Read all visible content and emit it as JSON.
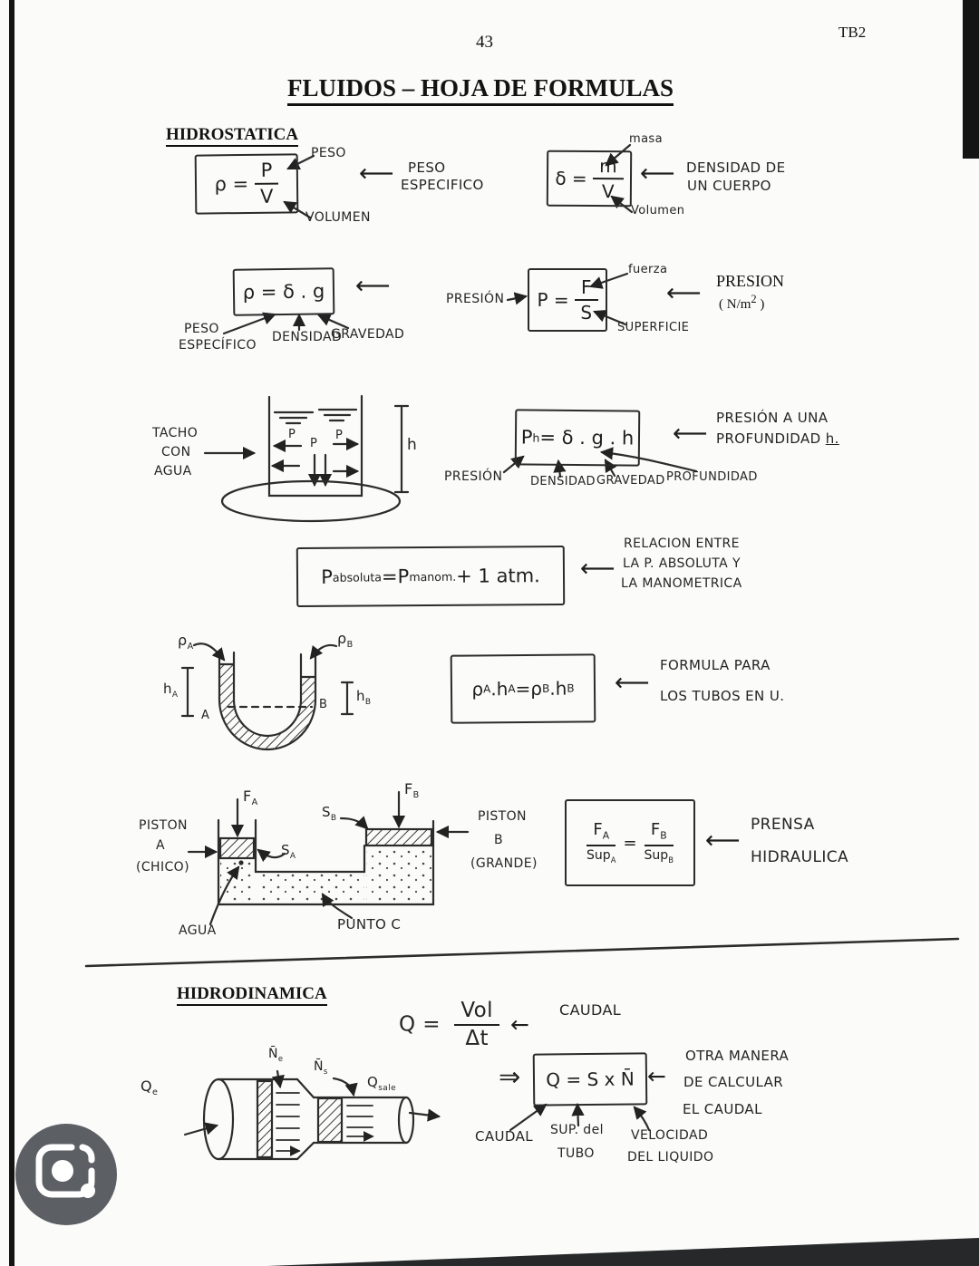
{
  "colors": {
    "ink": "#242424",
    "printed": "#131313",
    "lens_bg": "#5c6065",
    "wedge": "#26282a",
    "page_bg": "#fbfbfa"
  },
  "page": {
    "number": "43",
    "corner": "TB2",
    "title": "FLUIDOS – HOJA DE FORMULAS"
  },
  "sections": {
    "hidrostatica": "HIDROSTATICA",
    "hidrodinamica": "HIDRODINAMICA"
  },
  "peso_especifico": {
    "lhs": "ρ =",
    "num": "P",
    "den": "V",
    "label_top": "PESO",
    "label_bottom": "VOLUMEN",
    "arrow": "⟵",
    "name_line1": "PESO",
    "name_line2": "ESPECIFICO"
  },
  "densidad": {
    "lhs": "δ =",
    "num": "m",
    "den": "V",
    "label_top": "masa",
    "label_bottom": "Volumen",
    "arrow": "⟵",
    "name_line1": "DENSIDAD DE",
    "name_line2": "UN CUERPO"
  },
  "peso_esp2": {
    "formula": "ρ = δ . g",
    "arrow": "⟵",
    "label1a": "PESO",
    "label1b": "ESPECÍFICO",
    "label2": "DENSIDAD",
    "label3": "GRAVEDAD"
  },
  "presion": {
    "label_left": "PRESIÓN",
    "lhs": "P =",
    "num": "F",
    "den": "S",
    "label_top": "fuerza",
    "label_bottom": "SUPERFICIE",
    "arrow": "⟵",
    "name_line1": "PRESION",
    "unit_pre": "( N/m",
    "unit_sup": "2",
    "unit_post": " )"
  },
  "tanque": {
    "line1": "TACHO",
    "line2": "CON",
    "line3": "AGUA",
    "p1": "P",
    "p2": "P",
    "p3": "P",
    "h": "h"
  },
  "presion_h": {
    "base": "P",
    "sub": "h",
    "rhs": " = δ . g . h",
    "label1": "PRESIÓN",
    "label2": "DENSIDAD",
    "label3": "GRAVEDAD",
    "label4": "PROFUNDIDAD",
    "arrow": "⟵",
    "name_line1": "PRESIÓN A UNA",
    "name_line2a": "PROFUNDIDAD ",
    "name_line2b": "h."
  },
  "absoluta": {
    "p1": "P",
    "s1": "absoluta",
    "eq": " = ",
    "p2": "P",
    "s2": "manom.",
    "tail": " + 1 atm.",
    "arrow": "⟵",
    "name_line1": "RELACION ENTRE",
    "name_line2": "LA P. ABSOLUTA Y",
    "name_line3": "LA MANOMETRICA"
  },
  "tubo_u": {
    "rhoA_b": "ρ",
    "rhoA_s": "A",
    "rhoB_b": "ρ",
    "rhoB_s": "B",
    "hA_b": "h",
    "hA_s": "A",
    "hB_b": "h",
    "hB_s": "B",
    "A": "A",
    "B": "B"
  },
  "tubos_formula": {
    "t1b": "ρ",
    "t1s": "A",
    "d1": " . ",
    "t2b": "h",
    "t2s": "A",
    "eq": " = ",
    "t3b": "ρ",
    "t3s": "B",
    "d2": " . ",
    "t4b": "h",
    "t4s": "B",
    "arrow": "⟵",
    "name_line1": "FORMULA PARA",
    "name_line2": "LOS TUBOS EN U."
  },
  "prensa": {
    "piston_a1": "PISTON",
    "piston_a2": "A",
    "piston_a3": "(CHICO)",
    "fa_b": "F",
    "fa_s": "A",
    "sa_b": "S",
    "sa_s": "A",
    "sb_b": "S",
    "sb_s": "B",
    "fb_b": "F",
    "fb_s": "B",
    "piston_b1": "PISTON",
    "piston_b2": "B",
    "piston_b3": "(GRANDE)",
    "agua": "AGUA",
    "punto_c": "PUNTO C"
  },
  "prensa_formula": {
    "numL_b": "F",
    "numL_s": "A",
    "denL_b": "Sup",
    "denL_s": "A",
    "eq": "=",
    "numR_b": "F",
    "numR_s": "B",
    "denR_b": "Sup",
    "denR_s": "B",
    "arrow": "⟵",
    "name_line1": "PRENSA",
    "name_line2": "HIDRAULICA"
  },
  "caudal": {
    "lhs": "Q =",
    "num": "Vol",
    "den": "Δt",
    "arrow": "←",
    "name": "CAUDAL"
  },
  "tubo_flujo": {
    "qe_b": "Q",
    "qe_s": "e",
    "ne_b": "N̄",
    "ne_s": "e",
    "ns_b": "N̄",
    "ns_s": "s",
    "qs_b": "Q",
    "qs_s": "sale"
  },
  "caudal2": {
    "implies": "⇒",
    "formula": "Q = S x N̄",
    "arrow": "←",
    "name_line1": "OTRA MANERA",
    "name_line2": "DE CALCULAR",
    "name_line3": "EL CAUDAL",
    "label1": "CAUDAL",
    "label2a": "SUP. del",
    "label2b": "TUBO",
    "label3a": "VELOCIDAD",
    "label3b": "DEL LIQUIDO"
  },
  "icons": {
    "lens": "google-lens-camera"
  }
}
